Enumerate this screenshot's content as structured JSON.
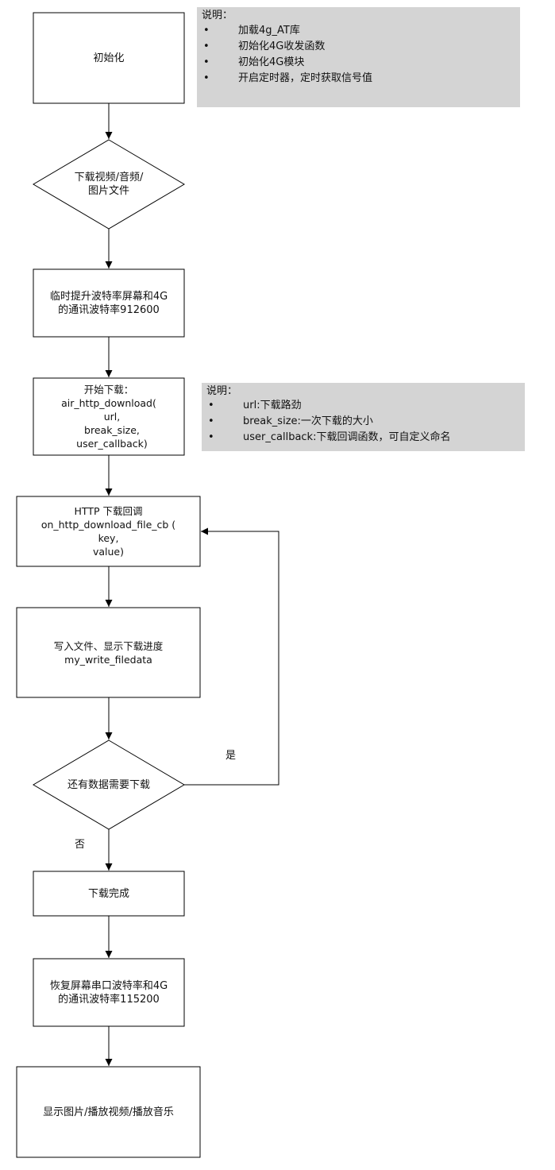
{
  "flowchart": {
    "nodes": {
      "init": {
        "lines": [
          "初始化"
        ]
      },
      "download_choice": {
        "lines": [
          "下载视频/音频/",
          "图片文件"
        ]
      },
      "raise_baud": {
        "lines": [
          "临时提升波特率屏幕和4G",
          "的通讯波特率912600"
        ]
      },
      "start_download": {
        "lines": [
          "开始下载：",
          "air_http_download(",
          "  url,",
          "  break_size,",
          "  user_callback)"
        ]
      },
      "http_callback": {
        "lines": [
          "HTTP 下载回调",
          "on_http_download_file_cb (",
          "key,",
          "value)"
        ]
      },
      "write_file": {
        "lines": [
          "写入文件、显示下载进度",
          "my_write_filedata"
        ]
      },
      "more_data": {
        "lines": [
          "还有数据需要下载"
        ]
      },
      "download_done": {
        "lines": [
          "下载完成"
        ]
      },
      "restore_baud": {
        "lines": [
          "恢复屏幕串口波特率和4G",
          "的通讯波特率115200"
        ]
      },
      "display": {
        "lines": [
          "显示图片/播放视频/播放音乐"
        ]
      }
    },
    "edge_labels": {
      "yes": "是",
      "no": "否"
    }
  },
  "notes": {
    "init_note": {
      "title": "说明：",
      "bullet": "•",
      "items": [
        "加载4g_AT库",
        "初始化4G收发函数",
        "初始化4G模块",
        "开启定时器，定时获取信号值"
      ]
    },
    "download_note": {
      "title": "说明：",
      "bullet": "•",
      "items": [
        "url:下载路劲",
        "break_size:一次下载的大小",
        "user_callback:下载回调函数，可自定义命名"
      ]
    }
  },
  "colors": {
    "stroke": "#000000",
    "note_fill": "#d4d4d4",
    "background": "#ffffff"
  }
}
